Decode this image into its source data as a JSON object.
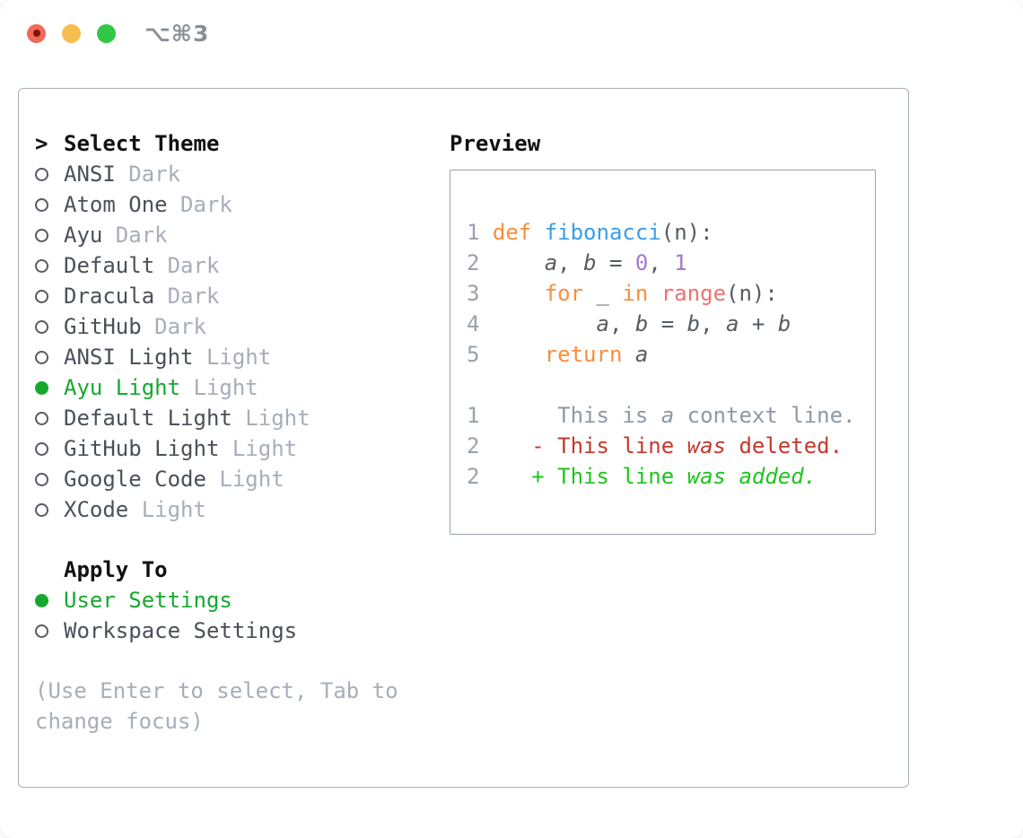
{
  "window": {
    "shortcut_label": "⌥⌘3"
  },
  "traffic_lights": [
    {
      "name": "close-button",
      "color": "#f0695a",
      "dot": "#7e1507"
    },
    {
      "name": "minimize-button",
      "color": "#f6bd4f"
    },
    {
      "name": "zoom-button",
      "color": "#33c748"
    }
  ],
  "theme_picker": {
    "heading_marker": ">",
    "heading": "Select Theme",
    "items": [
      {
        "name": "ANSI",
        "tag": "Dark",
        "selected": false
      },
      {
        "name": "Atom One",
        "tag": "Dark",
        "selected": false
      },
      {
        "name": "Ayu",
        "tag": "Dark",
        "selected": false
      },
      {
        "name": "Default",
        "tag": "Dark",
        "selected": false
      },
      {
        "name": "Dracula",
        "tag": "Dark",
        "selected": false
      },
      {
        "name": "GitHub",
        "tag": "Dark",
        "selected": false
      },
      {
        "name": "ANSI Light",
        "tag": "Light",
        "selected": false
      },
      {
        "name": "Ayu Light",
        "tag": "Light",
        "selected": true
      },
      {
        "name": "Default Light",
        "tag": "Light",
        "selected": false
      },
      {
        "name": "GitHub Light",
        "tag": "Light",
        "selected": false
      },
      {
        "name": "Google Code",
        "tag": "Light",
        "selected": false
      },
      {
        "name": "XCode",
        "tag": "Light",
        "selected": false
      }
    ]
  },
  "apply_to": {
    "heading": "Apply To",
    "options": [
      {
        "label": "User Settings",
        "selected": true
      },
      {
        "label": "Workspace Settings",
        "selected": false
      }
    ]
  },
  "help_text": "(Use Enter to select, Tab to change focus)",
  "preview": {
    "heading": "Preview",
    "lines": [
      {
        "tokens": [
          [
            "num",
            "1 "
          ],
          [
            "kw",
            "def "
          ],
          [
            "fn",
            "fibonacci"
          ],
          [
            "pl",
            "(n):"
          ]
        ]
      },
      {
        "tokens": [
          [
            "num",
            "2 "
          ],
          [
            "pl",
            "    "
          ],
          [
            "pl+i",
            "a"
          ],
          [
            "pl",
            ", "
          ],
          [
            "pl+i",
            "b"
          ],
          [
            "pl",
            " = "
          ],
          [
            "lit",
            "0"
          ],
          [
            "pl",
            ", "
          ],
          [
            "lit",
            "1"
          ]
        ]
      },
      {
        "tokens": [
          [
            "num",
            "3 "
          ],
          [
            "pl",
            "    "
          ],
          [
            "kw",
            "for "
          ],
          [
            "pl",
            "_ "
          ],
          [
            "kw",
            "in "
          ],
          [
            "call",
            "range"
          ],
          [
            "pl",
            "(n):"
          ]
        ]
      },
      {
        "tokens": [
          [
            "num",
            "4 "
          ],
          [
            "pl",
            "        "
          ],
          [
            "pl+i",
            "a"
          ],
          [
            "pl",
            ", "
          ],
          [
            "pl+i",
            "b"
          ],
          [
            "pl",
            " = "
          ],
          [
            "pl+i",
            "b"
          ],
          [
            "pl",
            ", "
          ],
          [
            "pl+i",
            "a"
          ],
          [
            "pl",
            " + "
          ],
          [
            "pl+i",
            "b"
          ]
        ]
      },
      {
        "tokens": [
          [
            "num",
            "5 "
          ],
          [
            "pl",
            "    "
          ],
          [
            "kw",
            "return "
          ],
          [
            "pl+i",
            "a"
          ]
        ]
      },
      {
        "tokens": []
      },
      {
        "tokens": [
          [
            "num",
            "1"
          ],
          [
            "ctx",
            "      This is "
          ],
          [
            "ctx+i",
            "a"
          ],
          [
            "ctx",
            " context line."
          ]
        ]
      },
      {
        "tokens": [
          [
            "num",
            "2"
          ],
          [
            "del",
            "    - This line "
          ],
          [
            "del+i",
            "was"
          ],
          [
            "del",
            " deleted."
          ]
        ]
      },
      {
        "tokens": [
          [
            "num",
            "2"
          ],
          [
            "add",
            "    + This line "
          ],
          [
            "add+i",
            "was"
          ],
          [
            "add",
            " "
          ],
          [
            "add+i",
            "added."
          ]
        ]
      }
    ]
  },
  "colors": {
    "selection_green": "#16a82e",
    "keyword_orange": "#fa8d3e",
    "function_blue": "#399ee6",
    "literal_purple": "#a37acc",
    "call_coral": "#f07171",
    "diff_red": "#c4392c",
    "diff_green": "#1ec41e",
    "muted_gray": "#a6aeb9"
  }
}
